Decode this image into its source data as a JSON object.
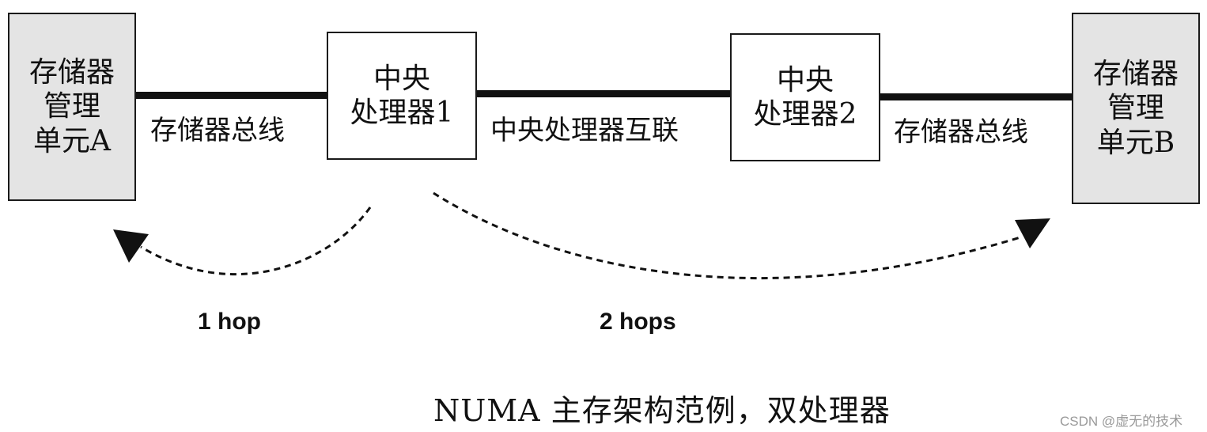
{
  "nodes": {
    "memory_a": "存储器\n管理\n单元A",
    "cpu_1": "中央\n处理器1",
    "cpu_2": "中央\n处理器2",
    "memory_b": "存储器\n管理\n单元B"
  },
  "links": {
    "bus_left": "存储器总线",
    "interconnect": "中央处理器互联",
    "bus_right": "存储器总线"
  },
  "hops": {
    "one": "1 hop",
    "two": "2 hops"
  },
  "caption": "NUMA 主存架构范例，双处理器",
  "watermark": "CSDN @虚无的技术",
  "colors": {
    "memory_fill": "#e4e4e4",
    "line": "#111111"
  }
}
